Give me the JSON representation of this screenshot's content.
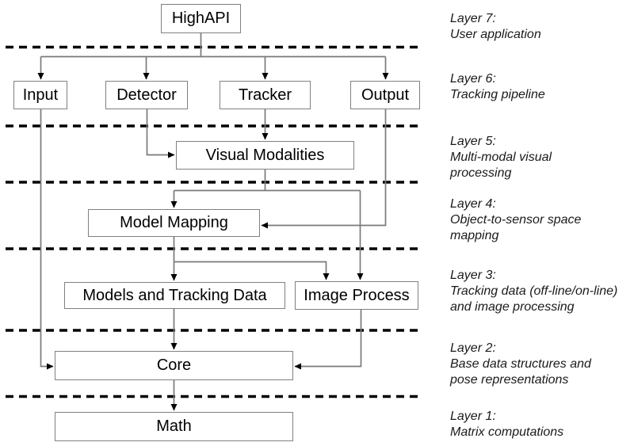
{
  "diagram": {
    "nodes": {
      "highapi": "HighAPI",
      "input": "Input",
      "detector": "Detector",
      "tracker": "Tracker",
      "output": "Output",
      "visual_modalities": "Visual Modalities",
      "model_mapping": "Model Mapping",
      "models_and_tracking_data": "Models and Tracking Data",
      "image_process": "Image Process",
      "core": "Core",
      "math": "Math"
    },
    "layers": [
      {
        "title": "Layer 7:",
        "lines": [
          "User application"
        ]
      },
      {
        "title": "Layer 6:",
        "lines": [
          "Tracking pipeline"
        ]
      },
      {
        "title": "Layer 5:",
        "lines": [
          "Multi-modal visual",
          "processing"
        ]
      },
      {
        "title": "Layer 4:",
        "lines": [
          "Object-to-sensor space",
          "mapping"
        ]
      },
      {
        "title": "Layer 3:",
        "lines": [
          "Tracking data (off-line/on-line)",
          "and image processing"
        ]
      },
      {
        "title": "Layer 2:",
        "lines": [
          "Base data structures and",
          "pose representations"
        ]
      },
      {
        "title": "Layer 1:",
        "lines": [
          "Matrix computations"
        ]
      }
    ],
    "colors": {
      "box_border": "#808080",
      "connector": "#7a7a7a",
      "separator": "#000000",
      "text": "#000000",
      "background": "#ffffff"
    }
  }
}
